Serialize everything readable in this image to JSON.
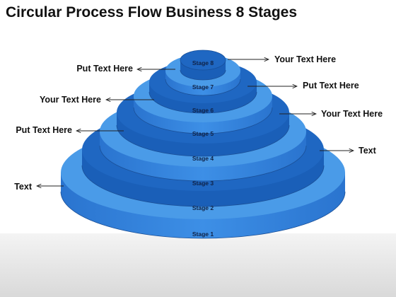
{
  "title": "Circular Process Flow Business 8 Stages",
  "stages": [
    "Stage 1",
    "Stage 2",
    "Stage 3",
    "Stage 4",
    "Stage 5",
    "Stage 6",
    "Stage 7",
    "Stage 8"
  ],
  "callouts": {
    "right": [
      "Your Text Here",
      "Put Text Here",
      "Your Text Here",
      "Text"
    ],
    "left": [
      "Put Text Here",
      "Your Text Here",
      "Put Text Here",
      "Text"
    ]
  },
  "colors": {
    "light_tier": "#4a9be8",
    "dark_tier": "#1f67c2",
    "side": "#2f7fd9",
    "arrow": "#222222"
  }
}
